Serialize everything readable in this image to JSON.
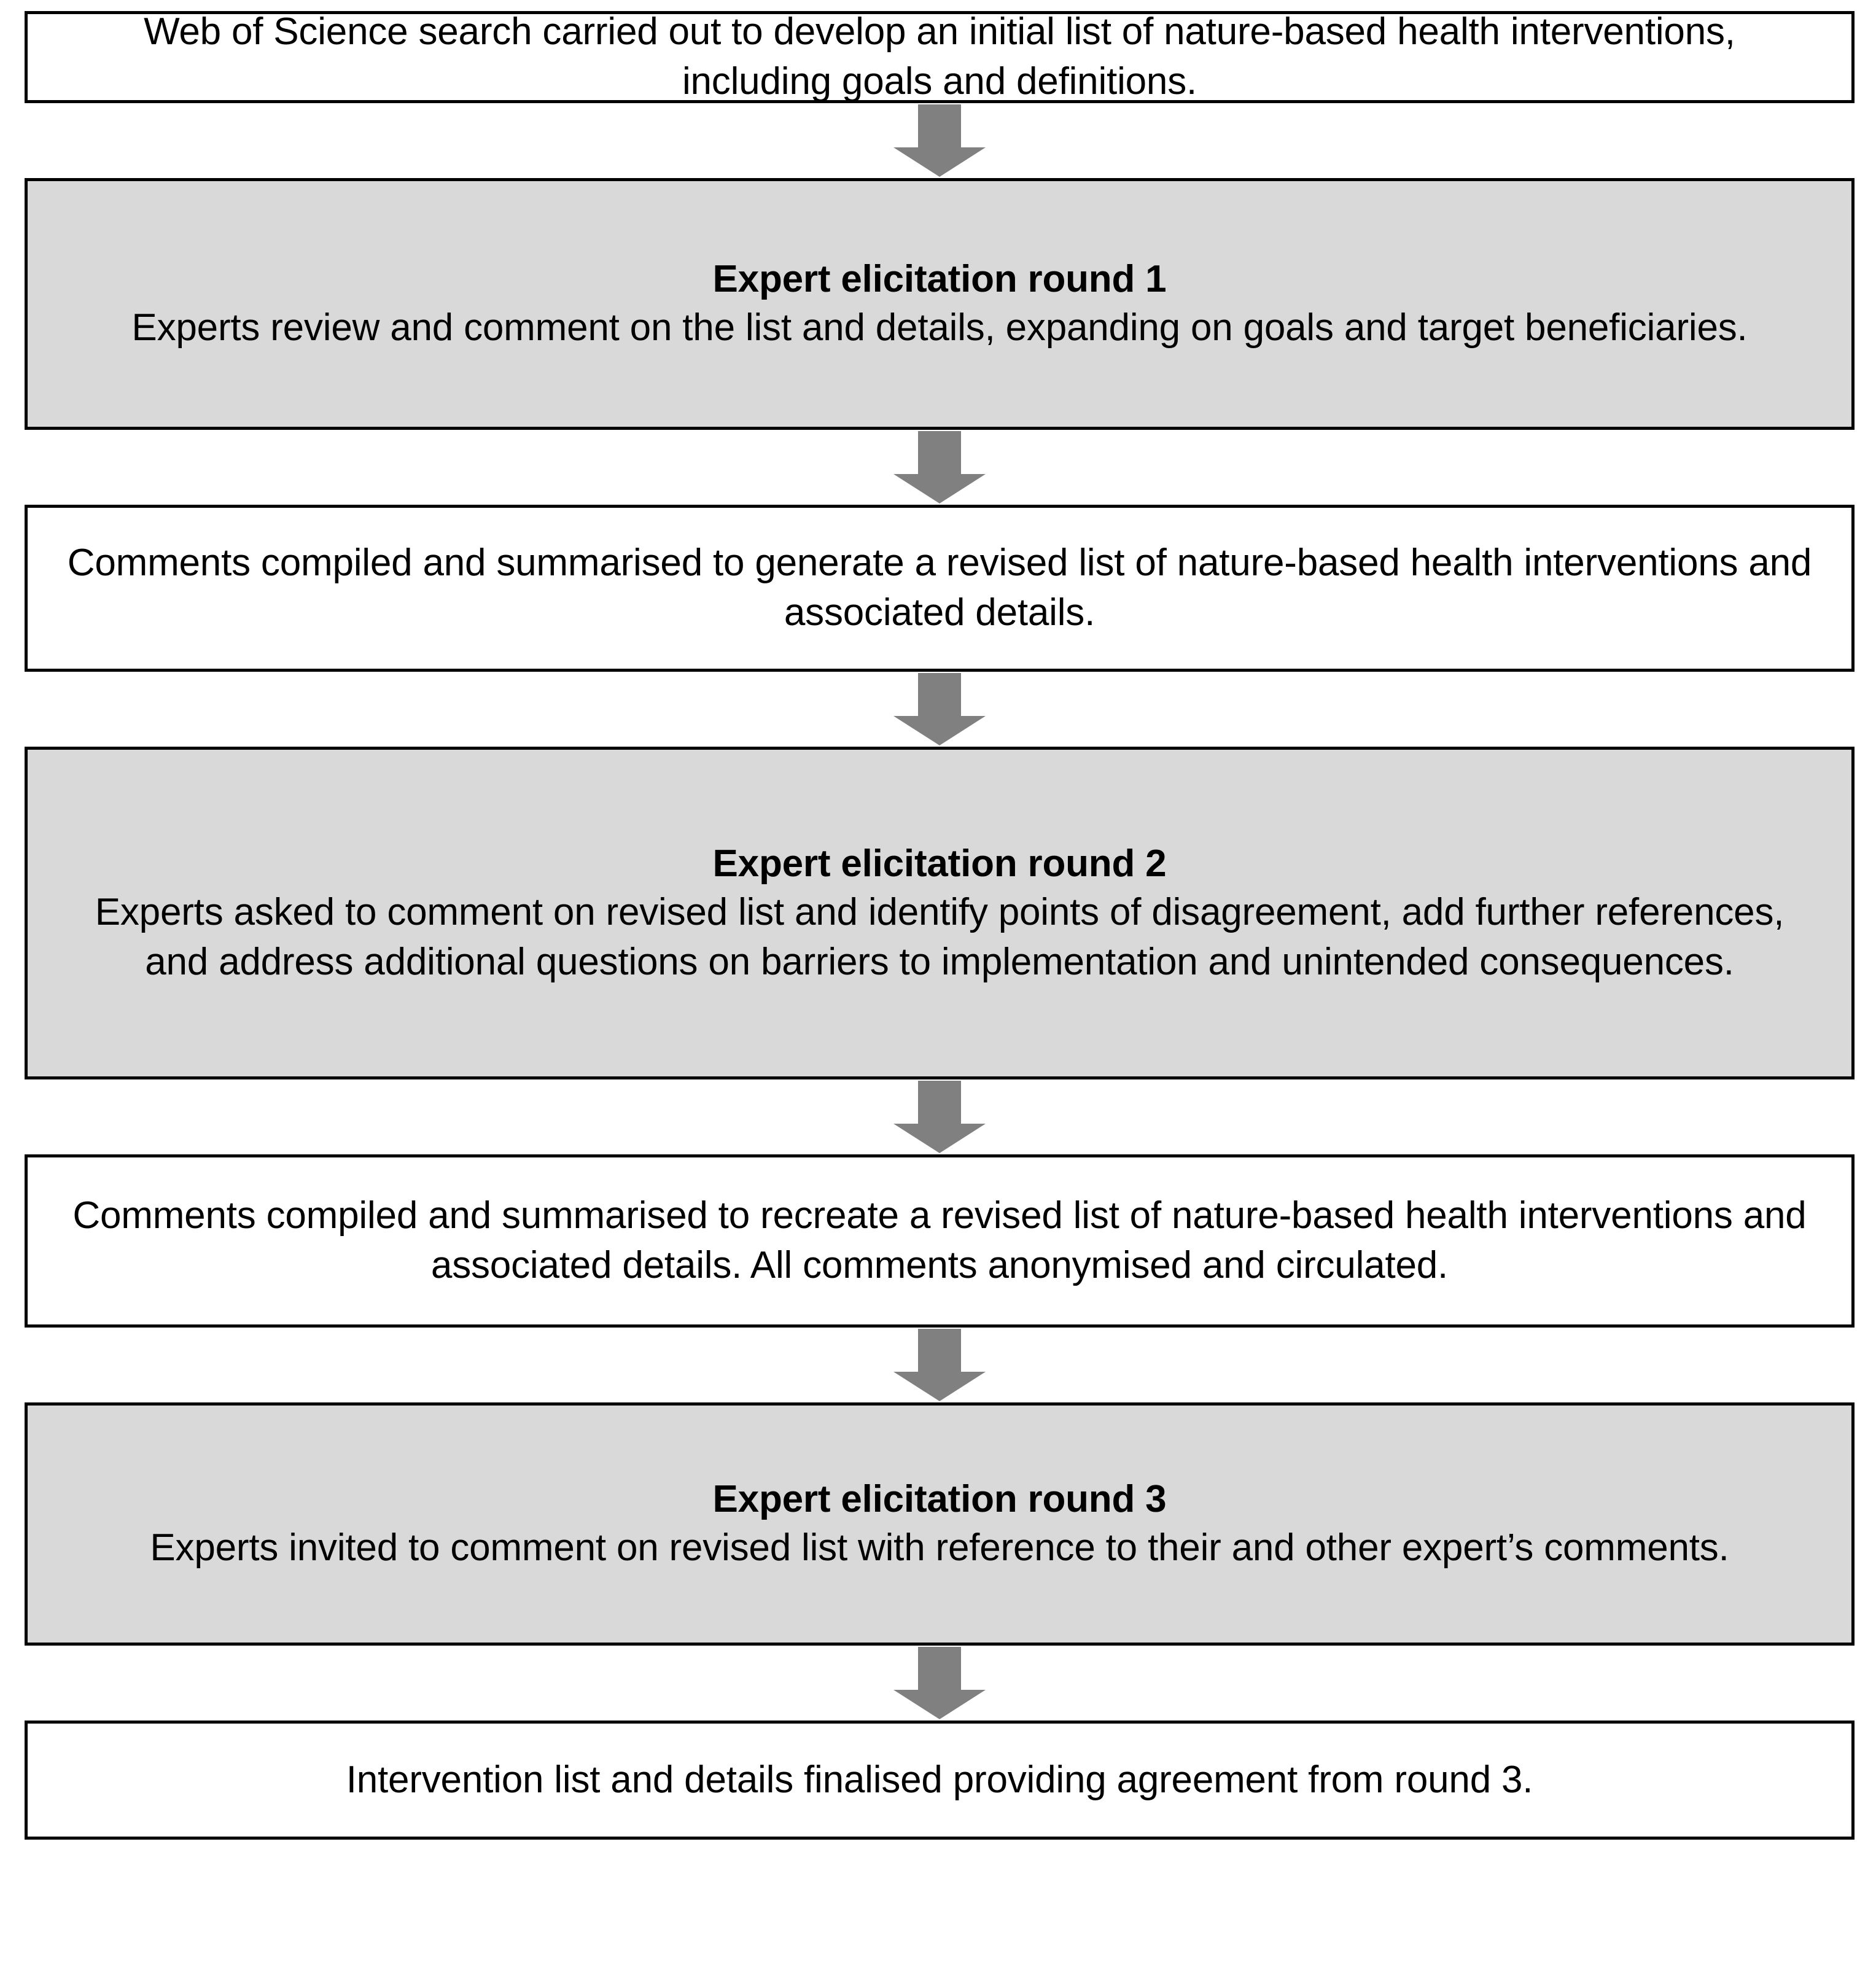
{
  "figure": {
    "type": "flowchart",
    "orientation": "vertical",
    "title": "Expert elicitation process for nature-based health interventions",
    "colors": {
      "shaded_node_fill": "#d9d9d9",
      "plain_node_fill": "#ffffff",
      "node_border": "#000000",
      "arrow_fill": "#808080",
      "text": "#000000"
    },
    "arrow_icon_name": "down-arrow-icon"
  },
  "nodes": [
    {
      "id": "node-1",
      "name": "web-of-science-search",
      "shaded": false,
      "title": "",
      "body": "Web of Science search carried out to develop an initial  list of nature-based health interventions, including goals and definitions."
    },
    {
      "id": "node-2",
      "name": "expert-elicitation-round-1",
      "shaded": true,
      "title": "Expert elicitation round 1",
      "body": "Experts review and comment on the list and details, expanding on goals and target beneficiaries."
    },
    {
      "id": "node-3",
      "name": "comments-compiled-revised-list",
      "shaded": false,
      "title": "",
      "body": "Comments compiled and summarised to generate a revised list of nature-based health interventions and associated details."
    },
    {
      "id": "node-4",
      "name": "expert-elicitation-round-2",
      "shaded": true,
      "title": "Expert elicitation round 2",
      "body": "Experts asked to comment on revised list and identify points of disagreement, add further references,  and address additional questions on barriers to implementation and unintended consequences."
    },
    {
      "id": "node-5",
      "name": "comments-compiled-recreated-list",
      "shaded": false,
      "title": "",
      "body": "Comments compiled and summarised to recreate a revised list of nature-based health interventions and associated details. All comments anonymised and circulated."
    },
    {
      "id": "node-6",
      "name": "expert-elicitation-round-3",
      "shaded": true,
      "title": "Expert elicitation round 3",
      "body": "Experts invited to comment on revised list with reference to their and other expert’s comments."
    },
    {
      "id": "node-7",
      "name": "intervention-list-finalised",
      "shaded": false,
      "title": "",
      "body": "Intervention list and details finalised providing agreement from round 3."
    }
  ],
  "connectors": [
    {
      "name": "connector-1-to-2",
      "from": "node-1",
      "to": "node-2",
      "icon": "down-arrow-icon"
    },
    {
      "name": "connector-2-to-3",
      "from": "node-2",
      "to": "node-3",
      "icon": "down-arrow-icon"
    },
    {
      "name": "connector-3-to-4",
      "from": "node-3",
      "to": "node-4",
      "icon": "down-arrow-icon"
    },
    {
      "name": "connector-4-to-5",
      "from": "node-4",
      "to": "node-5",
      "icon": "down-arrow-icon"
    },
    {
      "name": "connector-5-to-6",
      "from": "node-5",
      "to": "node-6",
      "icon": "down-arrow-icon"
    },
    {
      "name": "connector-6-to-7",
      "from": "node-6",
      "to": "node-7",
      "icon": "down-arrow-icon"
    }
  ]
}
